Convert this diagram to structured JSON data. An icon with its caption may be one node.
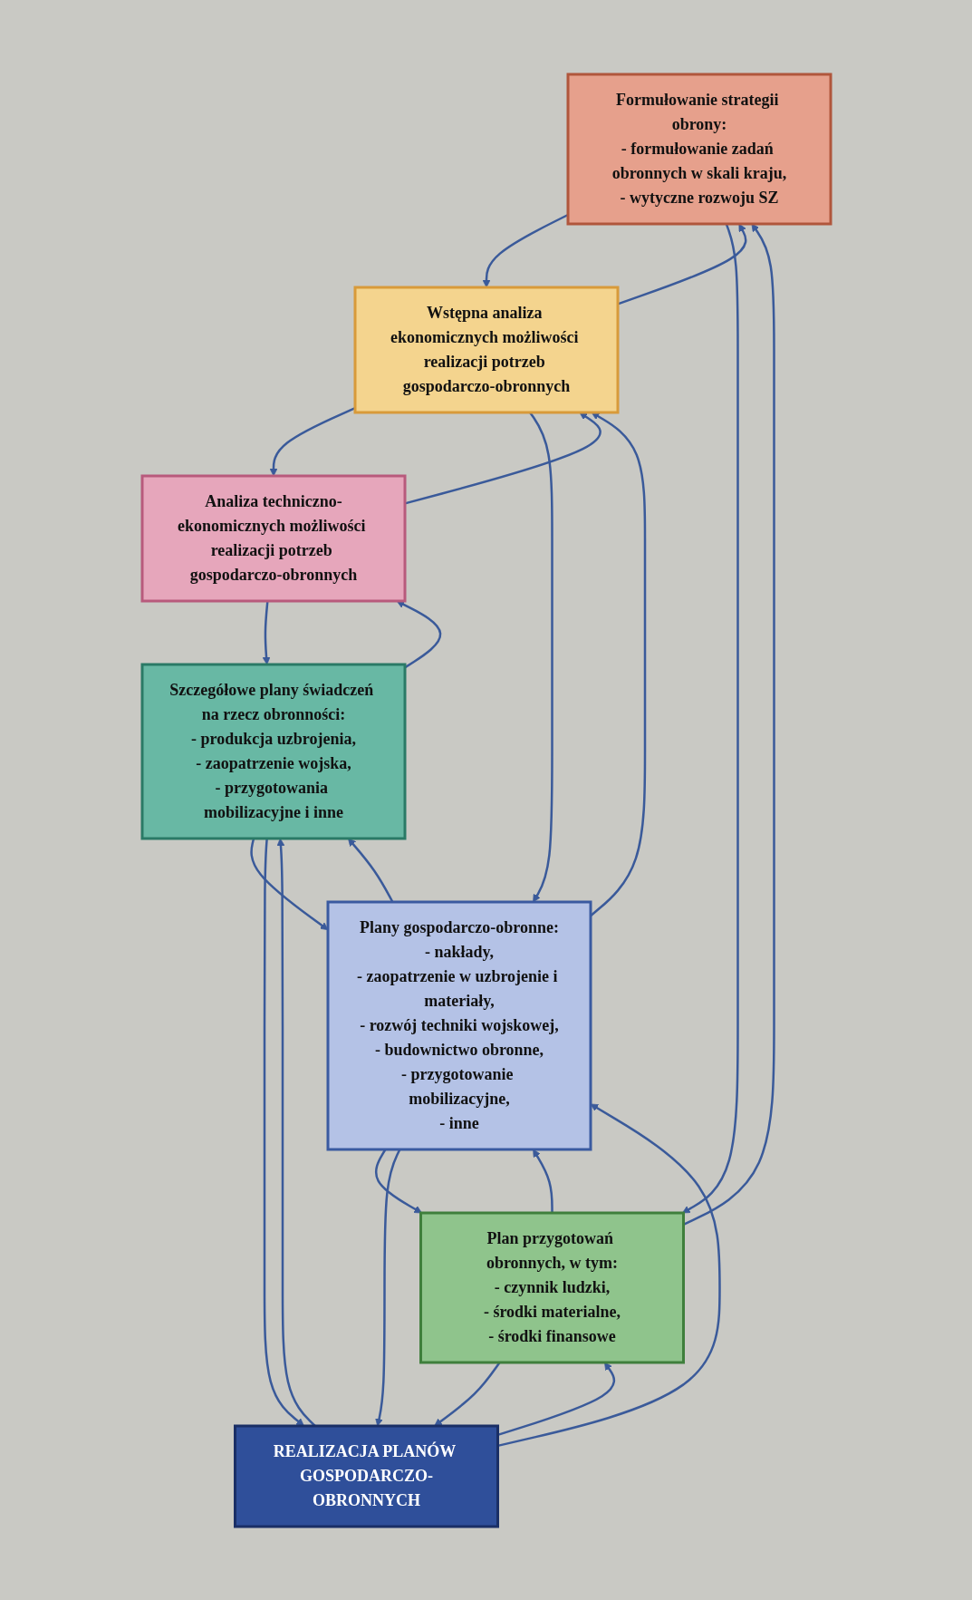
{
  "diagram": {
    "nodes": [
      {
        "text": [
          "Formułowanie strategii obrony:",
          "- formułowanie zadań obronnych w skali kraju,",
          "- wytyczne rozwoju SZ"
        ]
      },
      {
        "text": [
          "Wstępna analiza ekonomicznych możliwości realizacji potrzeb gospodarczo-obronnych"
        ]
      },
      {
        "text": [
          "Analiza techniczno-ekonomicznych możliwości realizacji potrzeb gospodarczo-obronnych"
        ]
      },
      {
        "text": [
          "Plan przygotowań obronnych, w tym:",
          "- czynnik ludzki,",
          "- środki materialne,",
          "- środki finansowe"
        ]
      },
      {
        "text": [
          "Plany gospodarczo-obronne:",
          "- nakłady,",
          "- zaopatrzenie w uzbrojenie i materiały,",
          "- rozwój techniki wojskowej,",
          "- budownictwo obronne,",
          "- przygotowanie mobilizacyjne,",
          "- inne"
        ]
      },
      {
        "text": [
          "Szczegółowe plany świadczeń na rzecz obronności:",
          "- produkcja uzbrojenia,",
          "- zaopatrzenie wojska,",
          "- przygotowania mobilizacyjne i inne"
        ]
      },
      {
        "text": [
          "REALIZACJA PLANÓW GOSPODARCZO-OBRONNYCH"
        ]
      }
    ],
    "edges": [
      {
        "from": 0,
        "to": 1,
        "arrow": "to"
      },
      {
        "from": 1,
        "to": 0,
        "arrow": "to"
      },
      {
        "from": 1,
        "to": 2,
        "arrow": "to"
      },
      {
        "from": 2,
        "to": 1,
        "arrow": "to"
      },
      {
        "from": 3,
        "to": 0,
        "arrow": "to"
      },
      {
        "from": 0,
        "to": 3,
        "arrow": "to"
      },
      {
        "from": 4,
        "to": 1,
        "arrow": "to"
      },
      {
        "from": 1,
        "to": 4,
        "arrow": "to"
      },
      {
        "from": 5,
        "to": 2,
        "arrow": "to"
      },
      {
        "from": 2,
        "to": 5,
        "arrow": "to"
      },
      {
        "from": 3,
        "to": 4,
        "arrow": "to"
      },
      {
        "from": 4,
        "to": 3,
        "arrow": "to"
      },
      {
        "from": 4,
        "to": 5,
        "arrow": "to"
      },
      {
        "from": 5,
        "to": 4,
        "arrow": "to"
      },
      {
        "from": 6,
        "to": 3,
        "arrow": "to"
      },
      {
        "from": 3,
        "to": 6,
        "arrow": "to"
      },
      {
        "from": 6,
        "to": 4,
        "arrow": "to"
      },
      {
        "from": 4,
        "to": 6,
        "arrow": "to"
      },
      {
        "from": 6,
        "to": 5,
        "arrow": "to"
      },
      {
        "from": 5,
        "to": 6,
        "arrow": "to"
      }
    ]
  }
}
